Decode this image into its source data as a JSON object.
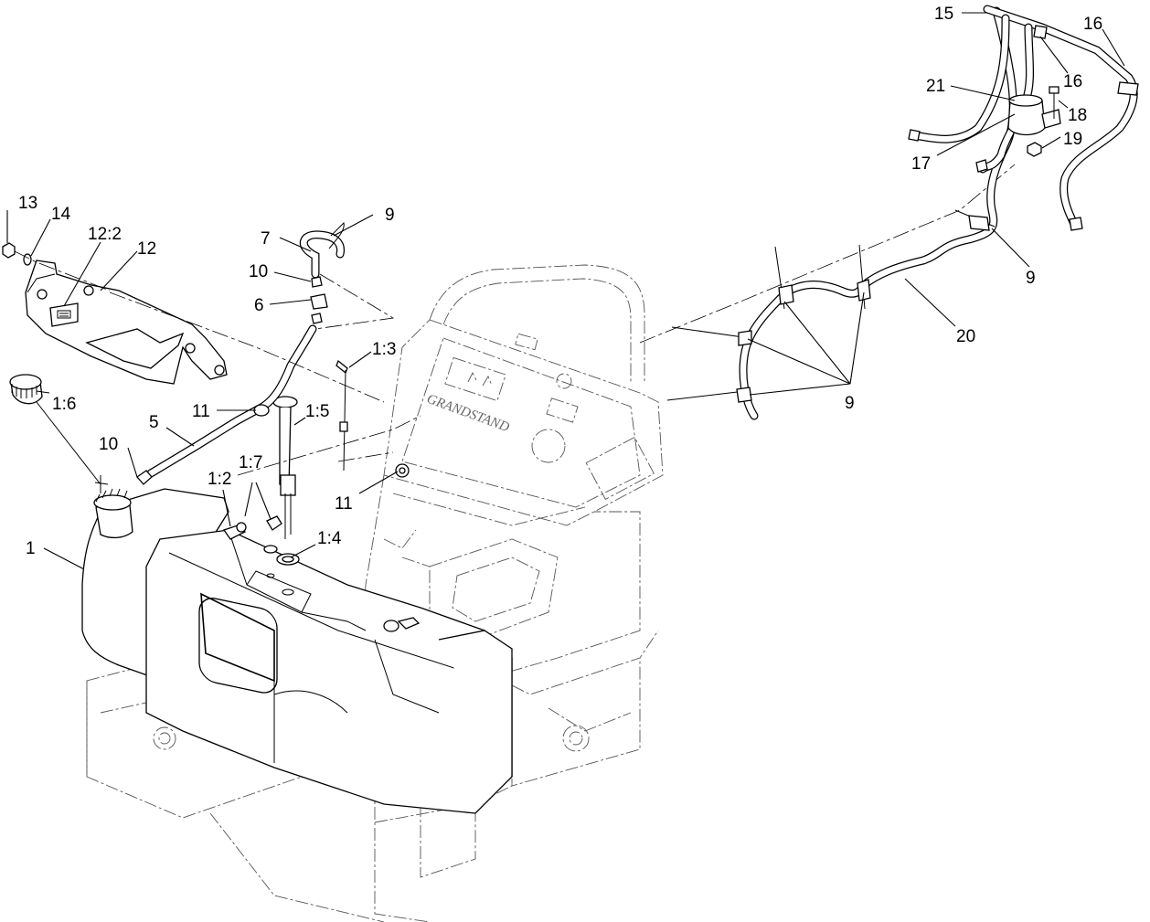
{
  "brand_text": "GRANDSTAND",
  "callouts": {
    "c13": "13",
    "c14": "14",
    "c12_2": "12:2",
    "c12": "12",
    "c7": "7",
    "c9_top": "9",
    "c10_a": "10",
    "c6": "6",
    "c1_3": "1:3",
    "c1_6": "1:6",
    "c11_a": "11",
    "c1_5": "1:5",
    "c5": "5",
    "c10_b": "10",
    "c1_7": "1:7",
    "c1_2": "1:2",
    "c11_b": "11",
    "c1_4": "1:4",
    "c1": "1",
    "c15": "15",
    "c16_a": "16",
    "c16_b": "16",
    "c21": "21",
    "c18": "18",
    "c17": "17",
    "c19": "19",
    "c9_right": "9",
    "c20": "20",
    "c9_bottom": "9"
  }
}
